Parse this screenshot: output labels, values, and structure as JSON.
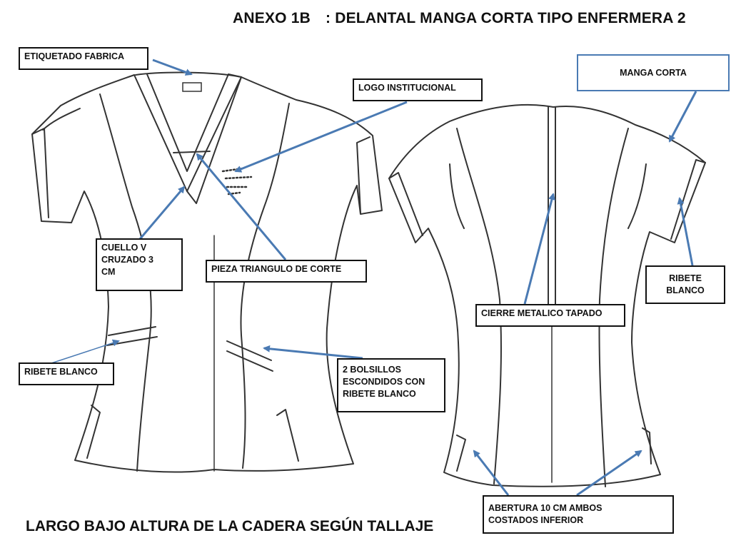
{
  "title": {
    "code": "ANEXO 1B",
    "description": ": DELANTAL MANGA CORTA TIPO ENFERMERA 2"
  },
  "footer": "LARGO BAJO ALTURA DE LA CADERA SEGÚN TALLAJE",
  "labels": {
    "etiquetado": "ETIQUETADO FABRICA",
    "logo": "LOGO INSTITUCIONAL",
    "manga": "MANGA CORTA",
    "cuello": [
      "CUELLO V",
      "CRUZADO 3",
      "CM"
    ],
    "pieza": "PIEZA TRIANGULO DE CORTE",
    "ribete_blanco_left": "RIBETE BLANCO",
    "bolsillos": [
      "2 BOLSILLOS",
      "ESCONDIDOS CON",
      "RIBETE BLANCO"
    ],
    "cierre": "CIERRE METALICO TAPADO",
    "ribete_blanco_right": [
      "RIBETE",
      "BLANCO"
    ],
    "abertura": [
      "ABERTURA 10 CM AMBOS",
      "COSTADOS INFERIOR"
    ]
  },
  "colors": {
    "arrow": "#4a7ab3",
    "sketch": "#333333",
    "label_border": "#111111"
  }
}
